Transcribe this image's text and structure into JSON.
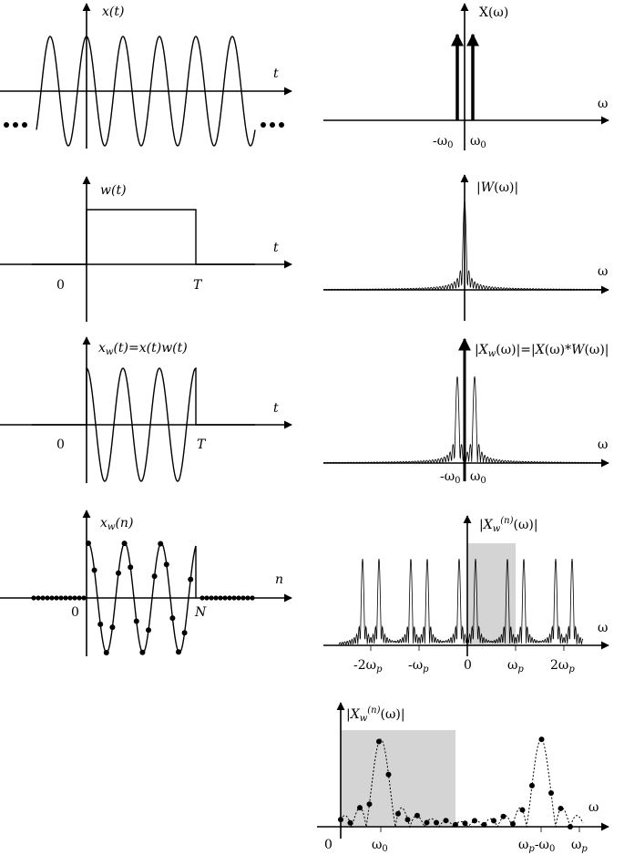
{
  "panels": {
    "x_t": {
      "ylabel": "x(t)",
      "xlabel": "t"
    },
    "w_t": {
      "ylabel": "w(t)",
      "xlabel": "t",
      "tick0": "0",
      "tickT": "T"
    },
    "xw_t": {
      "ylabel": "xw(t)=x(t)w(t)",
      "xlabel": "t",
      "tick0": "0",
      "tickT": "T"
    },
    "xw_n": {
      "ylabel": "xw(n)",
      "xlabel": "n",
      "tick0": "0",
      "tickN": "N"
    },
    "X_w": {
      "ylabel": "X(ω)",
      "xlabel": "ω",
      "tick_neg": "-ω0",
      "tick_pos": "ω0"
    },
    "W_w": {
      "ylabel": "|W(ω)|",
      "xlabel": "ω"
    },
    "Xw_w": {
      "ylabel": "|Xw(ω)|=|X(ω)*W(ω)|",
      "xlabel": "ω",
      "tick_neg": "-ω0",
      "tick_pos": "ω0"
    },
    "Xwn_w": {
      "ylabel": "|Xw(n)(ω)|",
      "xlabel": "ω",
      "ticks": [
        "-2ωp",
        "-ωp",
        "0",
        "ωp",
        "2ωp"
      ]
    },
    "Xwn_w_zoom": {
      "ylabel": "|Xw(n)(ω)|",
      "xlabel": "ω",
      "ticks": [
        "0",
        "ω0",
        "ωp-ω0",
        "ωp"
      ]
    }
  }
}
